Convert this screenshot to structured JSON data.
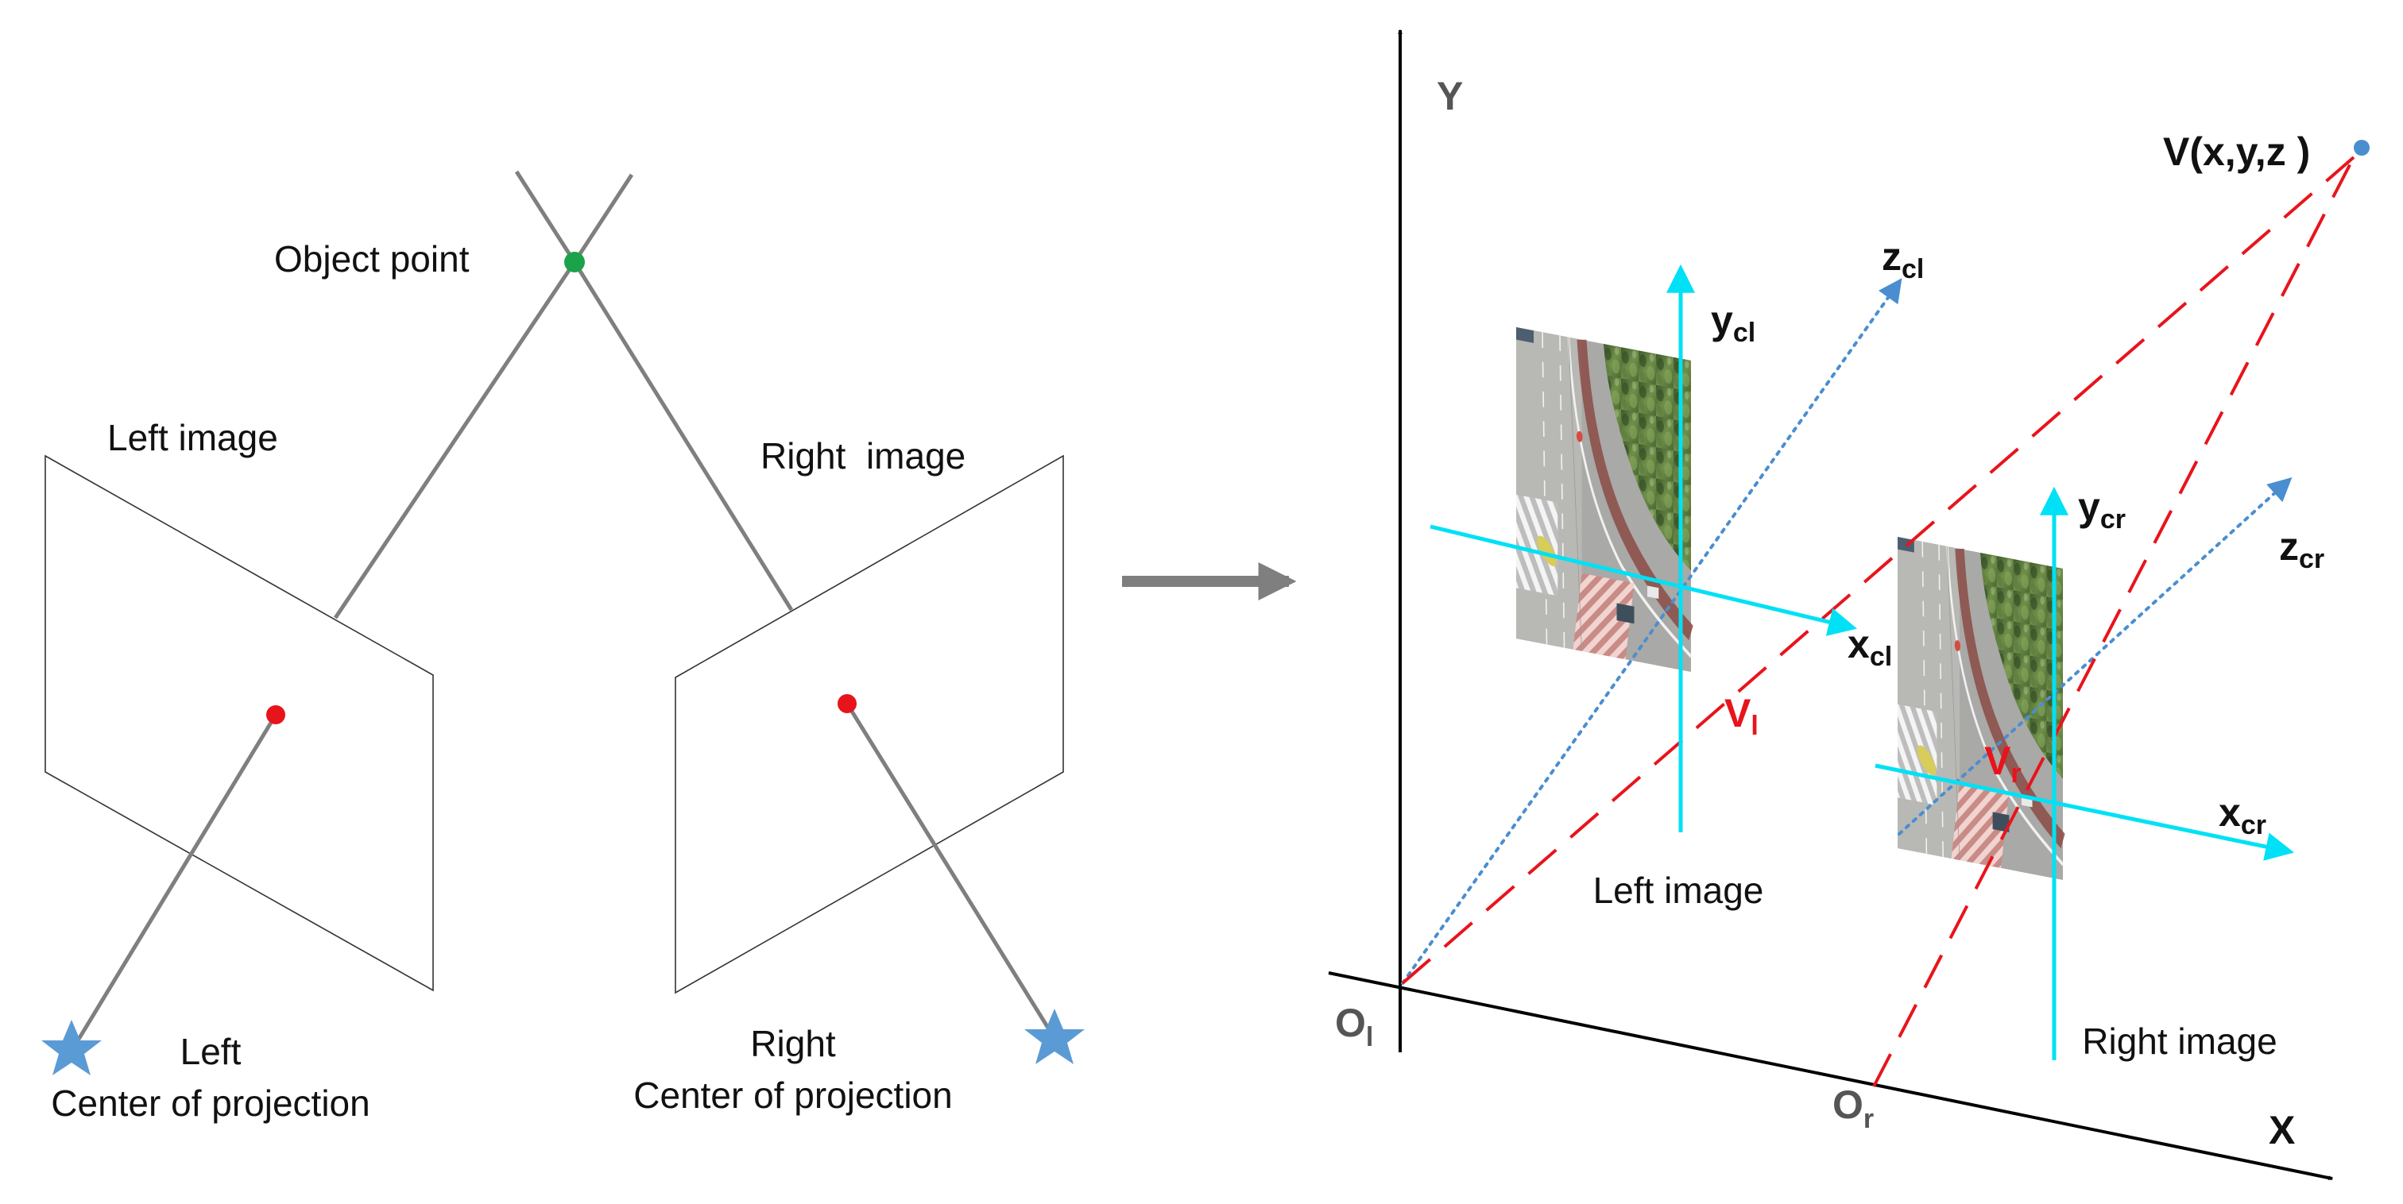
{
  "left_panel": {
    "object_point": "Object point",
    "left_image": "Left image",
    "right_image": "Right  image",
    "left_center_line1": "Left",
    "left_center_line2": "Center of projection",
    "right_center_line1": "Right",
    "right_center_line2": "Center of projection"
  },
  "right_panel": {
    "axis_y": "Y",
    "axis_x": "X",
    "point_v": "V(x,y,z )",
    "origin_left": {
      "main": "O",
      "sub": "l"
    },
    "origin_right": {
      "main": "O",
      "sub": "r"
    },
    "left_cam": {
      "y": {
        "main": "y",
        "sub": "cl"
      },
      "z": {
        "main": "z",
        "sub": "cl"
      },
      "x": {
        "main": "x",
        "sub": "cl"
      },
      "v": {
        "main": "V",
        "sub": "l"
      },
      "image_label": "Left image"
    },
    "right_cam": {
      "y": {
        "main": "y",
        "sub": "cr"
      },
      "z": {
        "main": "z",
        "sub": "cr"
      },
      "x": {
        "main": "x",
        "sub": "cr"
      },
      "v": {
        "main": "V",
        "sub": "r"
      },
      "image_label": "Right image"
    }
  },
  "colors": {
    "object_point": "#1aa34a",
    "image_point": "#e8141c",
    "projection_center": "#5b9bd5",
    "camera_axes": "#00e1f5",
    "projection_rays": "#e8141c",
    "depth_axes": "#4a8ed0",
    "world_axes": "#000000",
    "transition_arrow": "#7f7f7f"
  },
  "icons": {
    "projection_center": "star-icon",
    "transition": "arrow-right-icon"
  }
}
